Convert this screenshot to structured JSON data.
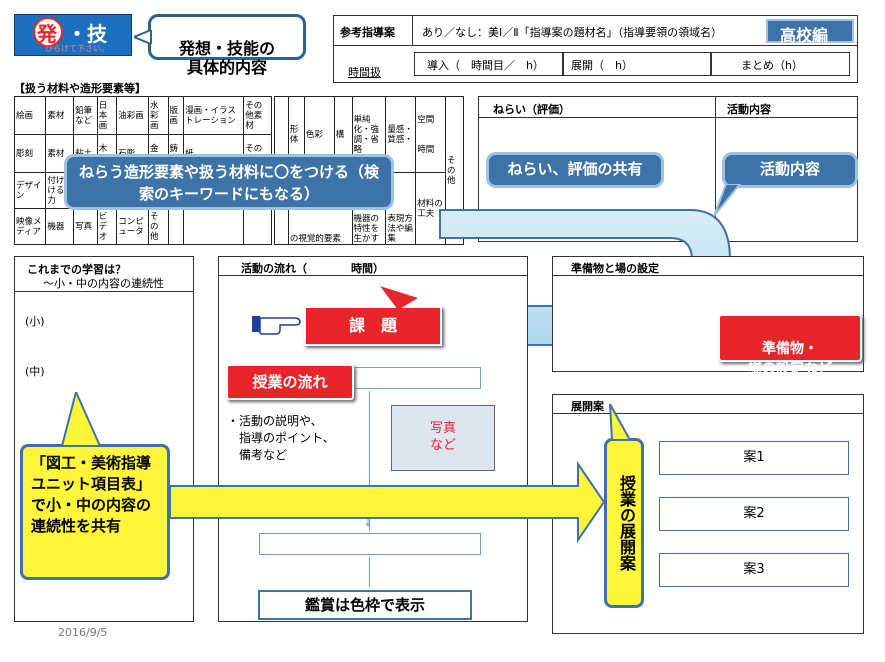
{
  "logo": {
    "kanji1": "発",
    "kanji2": "・技",
    "subtitle": "ひらけて下さい。"
  },
  "header_callout": "発想・技能の\n具体的内容",
  "reference": {
    "label": "参考指導案",
    "value": "あり／なし：美Ⅰ／Ⅱ「指導案の題材名」（指導要領の領域名）",
    "badge": "高校編"
  },
  "time_row": {
    "label": "時間扱",
    "intro": "導入（　時間目／　h）",
    "develop": "展開（　h）",
    "summary": "まとめ（h）"
  },
  "materials_heading": "【扱う材料や造形要素等】",
  "materials_table": {
    "row1": [
      "絵画",
      "素材",
      "鉛筆など",
      "日本画",
      "油彩画",
      "水彩画",
      "版画",
      "漫画・イラストレーション",
      "その他素材"
    ],
    "row2": [
      "彫刻",
      "素材",
      "粘土",
      "木彫",
      "石彫",
      "金属",
      "鋳造",
      "紙",
      "その他"
    ],
    "row3": [
      "デザイン",
      "付けける力",
      "",
      "",
      "",
      "",
      "",
      "",
      ""
    ],
    "row4": [
      "映像メディア",
      "機器",
      "写真",
      "ビデオ",
      "コンピュータ",
      "その他"
    ]
  },
  "elements_table": {
    "shape": "形体",
    "color": "色彩",
    "composition": "構",
    "simplify": "単純化・強調・省略",
    "texture": "量感・質感・",
    "space": "空間",
    "time": "時間",
    "craft": "材料の工夫",
    "other": "その他",
    "visual": "の視覚的要素",
    "equipment": "機器の特性を生かす",
    "method": "表現方法や編集"
  },
  "aim_section": {
    "title": "ねらい（評価）",
    "activity": "活動内容"
  },
  "callouts": {
    "materials_key": "ねらう造形要素や扱う材料に〇をつける（検索のキーワードにもなる）",
    "aim_share": "ねらい、評価の共有",
    "activity": "活動内容",
    "prep": "準備物・\n場の設定など",
    "continuity": "「図工・美術指導ユニット項目表」で小・中の内容の連続性を共有",
    "lesson_flow": "授業の流れ",
    "task": "課　題",
    "development_plan": "授業の展開案",
    "appreciation": "鑑賞は色枠で表示"
  },
  "learning": {
    "title": "これまでの学習は？",
    "subtitle": "～小・中の内容の連続性",
    "elem": "(小)",
    "middle": "(中)"
  },
  "flow": {
    "title": "活動の流れ（　　　　時間）",
    "notes": "・活動の説明や、\n　指導のポイント、\n　備考など",
    "photo": "写真\nなど"
  },
  "prep_section": {
    "title": "準備物と場の設定"
  },
  "plan_section": {
    "title": "展開案",
    "plans": [
      "案1",
      "案2",
      "案3"
    ]
  },
  "footer_date": "2016/9/5",
  "colors": {
    "brand_blue": "#1f6fc0",
    "accent_red": "#e8252a",
    "accent_yellow": "#fff53a",
    "callout_blue": "#3e73a8",
    "arrow_light": "#bfe2f2"
  }
}
